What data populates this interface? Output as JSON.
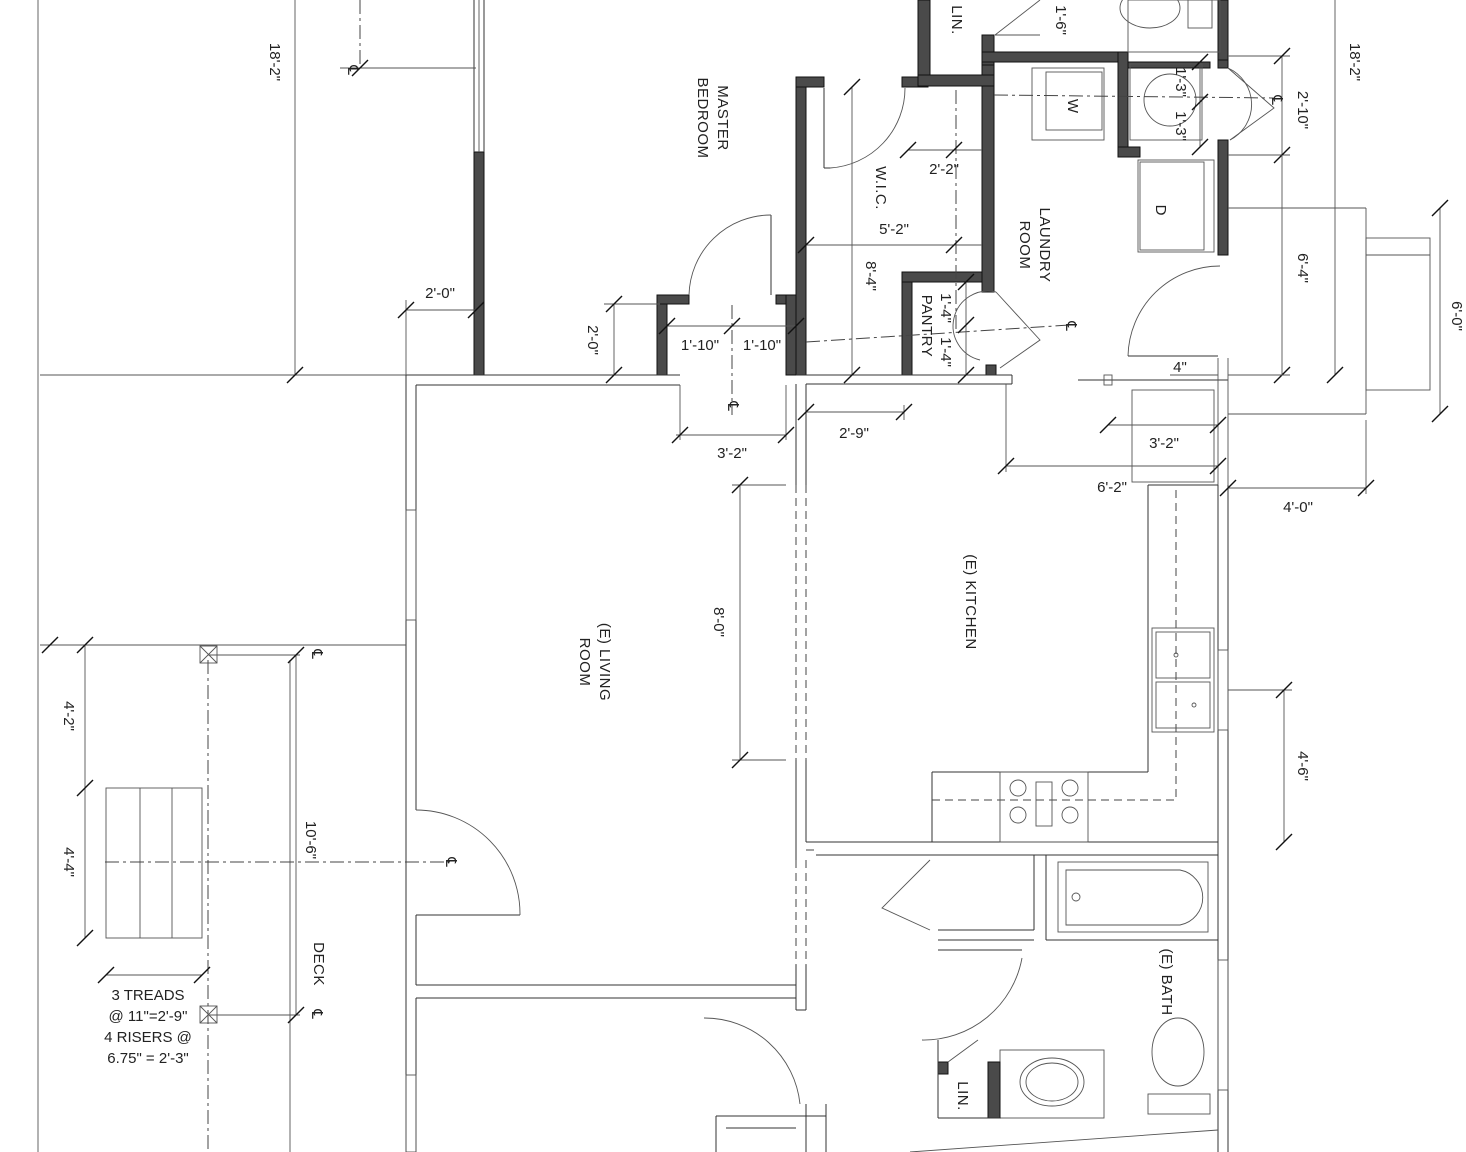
{
  "rooms": {
    "master_bedroom": "MASTER BEDROOM",
    "wic": "W.I.C.",
    "laundry": "LAUNDRY ROOM",
    "pantry": "PANTRY",
    "living": "(E) LIVING ROOM",
    "kitchen": "(E) KITCHEN",
    "bath": "(E) BATH",
    "deck": "DECK",
    "lin_top": "LIN.",
    "lin_bottom": "LIN."
  },
  "appliances": {
    "washer": "W",
    "dryer": "D"
  },
  "dimensions": {
    "d_18_2_left": "18'-2\"",
    "d_18_2_right": "18'-2\"",
    "d_2_0_a": "2'-0\"",
    "d_2_0_b": "2'-0\"",
    "d_1_10_a": "1'-10\"",
    "d_1_10_b": "1'-10\"",
    "d_3_2_a": "3'-2\"",
    "d_3_2_b": "3'-2\"",
    "d_2_9": "2'-9\"",
    "d_2_2": "2'-2\"",
    "d_5_2": "5'-2\"",
    "d_8_4": "8'-4\"",
    "d_1_4_a": "1'-4\"",
    "d_1_4_b": "1'-4\"",
    "d_1_6": "1'-6\"",
    "d_1_3_a": "1'-3\"",
    "d_1_3_b": "1'-3\"",
    "d_2_10": "2'-10\"",
    "d_6_4": "6'-4\"",
    "d_6_0": "6'-0\"",
    "d_4_top": "4\"",
    "d_6_2": "6'-2\"",
    "d_4_0": "4'-0\"",
    "d_8_0": "8'-0\"",
    "d_4_6": "4'-6\"",
    "d_4_2": "4'-2\"",
    "d_4_4": "4'-4\"",
    "d_10_6": "10'-6\""
  },
  "stair_note": [
    "3 TREADS",
    "@ 11\"=2'-9\"",
    "4 RISERS @",
    "6.75\" = 2'-3\""
  ],
  "centerline_mark": "℄"
}
